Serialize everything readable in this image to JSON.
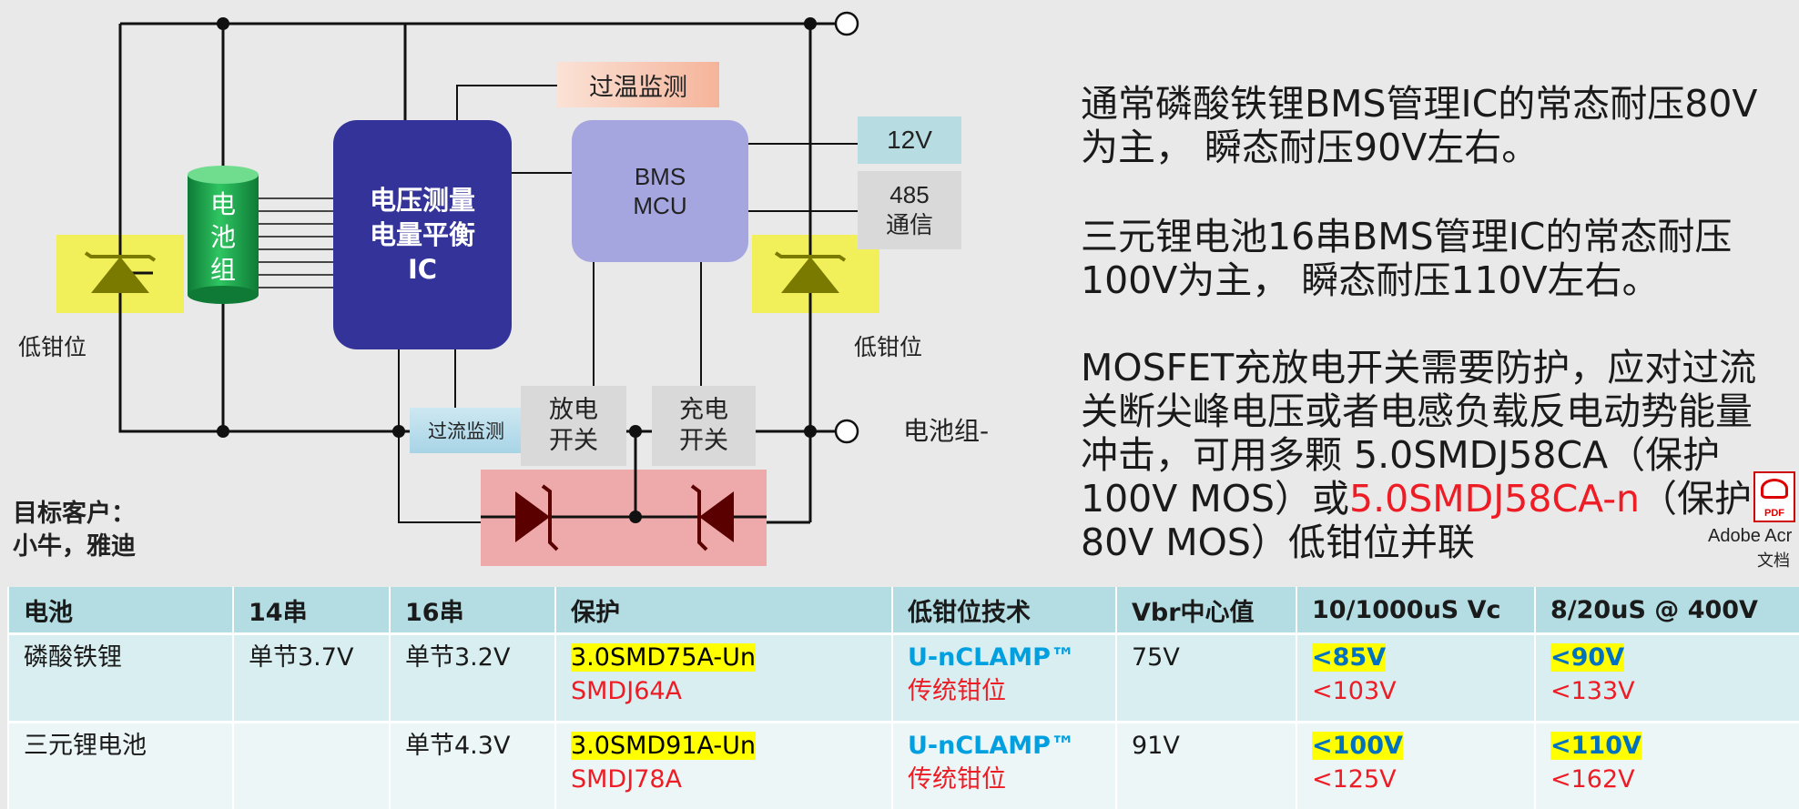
{
  "diagram": {
    "ic_box": {
      "line1": "电压测量",
      "line2": "电量平衡",
      "line3": "IC"
    },
    "mcu_box": {
      "line1": "BMS",
      "line2": "MCU"
    },
    "battery": {
      "line1": "电",
      "line2": "池",
      "line3": "组"
    },
    "over_temp": "过温监测",
    "over_current": "过流监测",
    "discharge_switch": {
      "line1": "放电",
      "line2": "开关"
    },
    "charge_switch": {
      "line1": "充电",
      "line2": "开关"
    },
    "port_12v": "12V",
    "port_485": {
      "line1": "485",
      "line2": "通信"
    },
    "low_clamp_left": "低钳位",
    "low_clamp_right": "低钳位",
    "battery_neg": "电池组-",
    "target_title": "目标客户：",
    "target_names": "小牛，雅迪"
  },
  "description": {
    "p1": {
      "line1": "通常磷酸铁锂BMS管理IC的常态耐压80V",
      "line2": "为主， 瞬态耐压90V左右。"
    },
    "p2": {
      "line1": "三元锂电池16串BMS管理IC的常态耐压",
      "line2": "100V为主， 瞬态耐压110V左右。"
    },
    "p3": {
      "line1": "MOSFET充放电开关需要防护，应对过流",
      "line2": "关断尖峰电压或者电感负载反电动势能量",
      "line3": "冲击，可用多颗 5.0SMDJ58CA（保护",
      "line4_a": "100V MOS）或",
      "line4_red": "5.0SMDJ58CA-n",
      "line4_b": "（保护",
      "line5": "80V MOS）低钳位并联"
    }
  },
  "attachment": {
    "icon": "pdf-icon",
    "icon_text": "PDF",
    "name1": "Adobe Acr",
    "name2": "文档"
  },
  "table": {
    "headers": [
      "电池",
      "14串",
      "16串",
      "保护",
      "低钳位技术",
      "Vbr中心值",
      "10/1000uS Vc",
      "8/20uS @ 400V"
    ],
    "rows": [
      {
        "battery": "磷酸铁锂",
        "s14": "单节3.7V",
        "s16": "单节3.2V",
        "prot1": "3.0SMD75A-Un",
        "prot2": "SMDJ64A",
        "tech1": "U-nCLAMP™",
        "tech2": "传统钳位",
        "vbr": "75V",
        "vc1": "<85V",
        "vc2": "<103V",
        "v820_1": "<90V",
        "v820_2": "<133V"
      },
      {
        "battery": "三元锂电池",
        "s14": "",
        "s16": "单节4.3V",
        "prot1": "3.0SMD91A-Un",
        "prot2": "SMDJ78A",
        "tech1": "U-nCLAMP™",
        "tech2": "传统钳位",
        "vbr": "91V",
        "vc1": "<100V",
        "vc2": "<125V",
        "v820_1": "<110V",
        "v820_2": "<162V"
      }
    ]
  },
  "colors": {
    "ic": "#333399",
    "mcu": "#a5a5e0",
    "battery": "#1aa84a",
    "tvs_highlight": "#f1f05a",
    "switch_highlight": "#eeaaaa",
    "port_12v": "#b7dde2",
    "over_temp": "#f5b49a",
    "over_current": "#a8d4e6"
  }
}
